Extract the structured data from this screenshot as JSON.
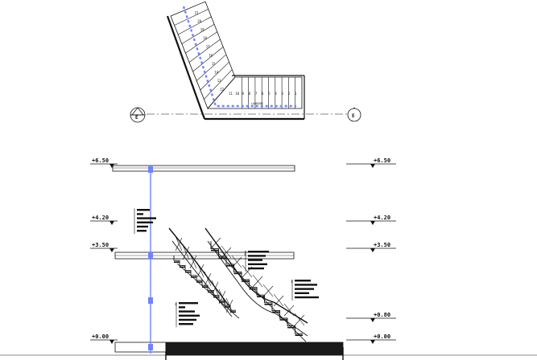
{
  "plan": {
    "section_tag": "E",
    "landing_label": "LANDING",
    "flight_a_steps": [
      "1",
      "2",
      "3",
      "4",
      "5",
      "6",
      "7",
      "8",
      "9",
      "10",
      "11"
    ],
    "flight_b_steps": [
      "12",
      "13",
      "14",
      "15",
      "16",
      "17",
      "18",
      "19",
      "20",
      "21"
    ]
  },
  "section": {
    "levels_left": [
      "+6.50",
      "+4.20",
      "+3.50",
      "+0.00"
    ],
    "levels_right": [
      "+6.50",
      "+4.20",
      "+3.50",
      "+0.80",
      "+0.00"
    ]
  },
  "colors": {
    "line": "#111111",
    "accent": "#6f83ff",
    "ground": "#1a1a1a"
  }
}
